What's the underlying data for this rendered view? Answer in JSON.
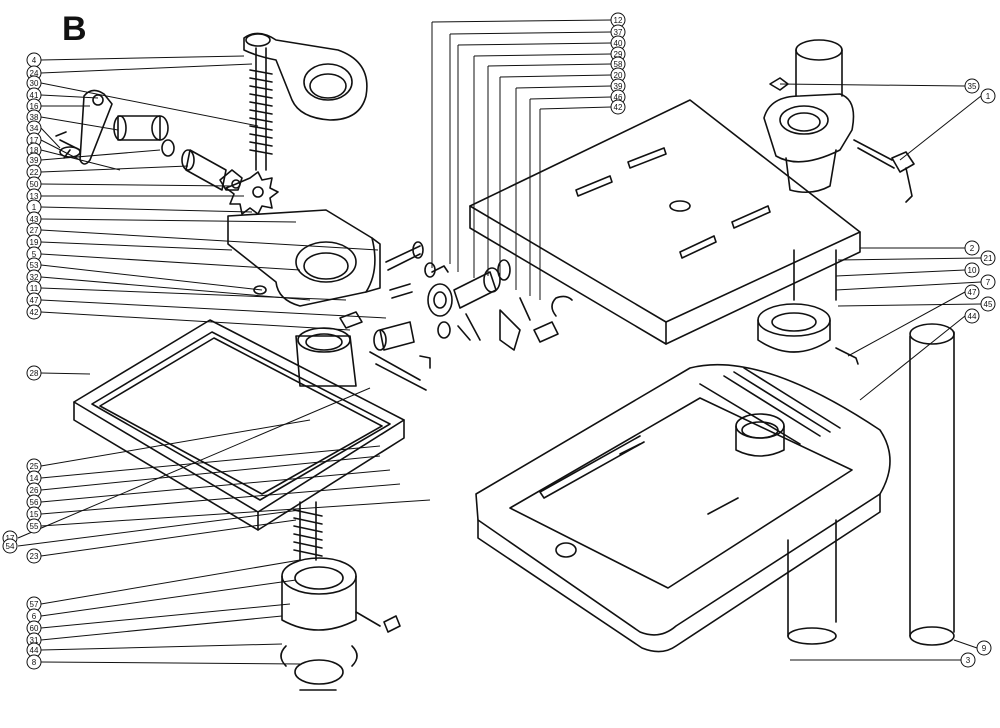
{
  "diagram": {
    "section_letter": "B",
    "left_callouts": [
      "4",
      "24",
      "30",
      "41",
      "16",
      "38",
      "34",
      "17",
      "18",
      "39",
      "22",
      "50",
      "13",
      "1",
      "43",
      "27",
      "19",
      "5",
      "53",
      "32",
      "11",
      "47",
      "42",
      "28",
      "25",
      "14",
      "26",
      "56",
      "15",
      "55",
      "17",
      "54",
      "23",
      "57",
      "6",
      "60",
      "31",
      "44",
      "8"
    ],
    "top_callouts": [
      "12",
      "37",
      "40",
      "29",
      "58",
      "20",
      "39",
      "46",
      "42"
    ],
    "right_callouts": [
      "35",
      "1",
      "2",
      "21",
      "10",
      "7",
      "47",
      "45",
      "44",
      "9",
      "3"
    ],
    "colors": {
      "ink": "#111111",
      "paper": "#ffffff"
    }
  }
}
